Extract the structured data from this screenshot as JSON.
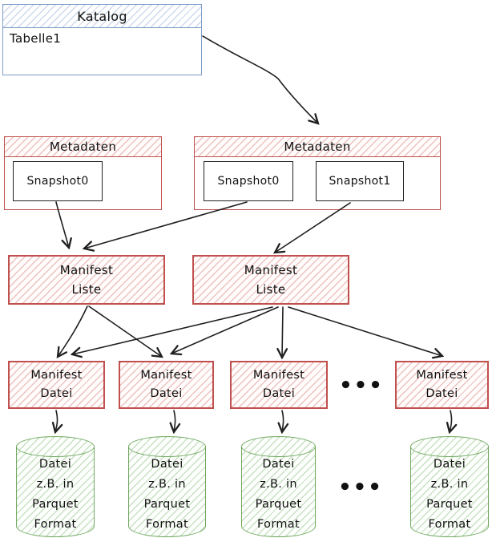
{
  "catalog": {
    "header": "Katalog",
    "table_label": "Tabelle1"
  },
  "metadata_left": {
    "header": "Metadaten",
    "snapshots": [
      "Snapshot0"
    ]
  },
  "metadata_right": {
    "header": "Metadaten",
    "snapshots": [
      "Snapshot0",
      "Snapshot1"
    ]
  },
  "manifest_lists": [
    "Manifest\nListe",
    "Manifest\nListe"
  ],
  "manifest_files": [
    "Manifest\nDatei",
    "Manifest\nDatei",
    "Manifest\nDatei",
    "Manifest\nDatei"
  ],
  "data_files": [
    "Datei\nz.B. in\nParquet\nFormat",
    "Datei\nz.B. in\nParquet\nFormat",
    "Datei\nz.B. in\nParquet\nFormat",
    "Datei\nz.B. in\nParquet\nFormat"
  ],
  "ellipsis_manifest": "•••",
  "ellipsis_files": "•••",
  "colors": {
    "catalog_border": "#7d9cc8",
    "metadata_border": "#c0504d",
    "file_border": "#6fa85e",
    "snapshot_border": "#222222",
    "arrow": "#1f1f1f"
  }
}
